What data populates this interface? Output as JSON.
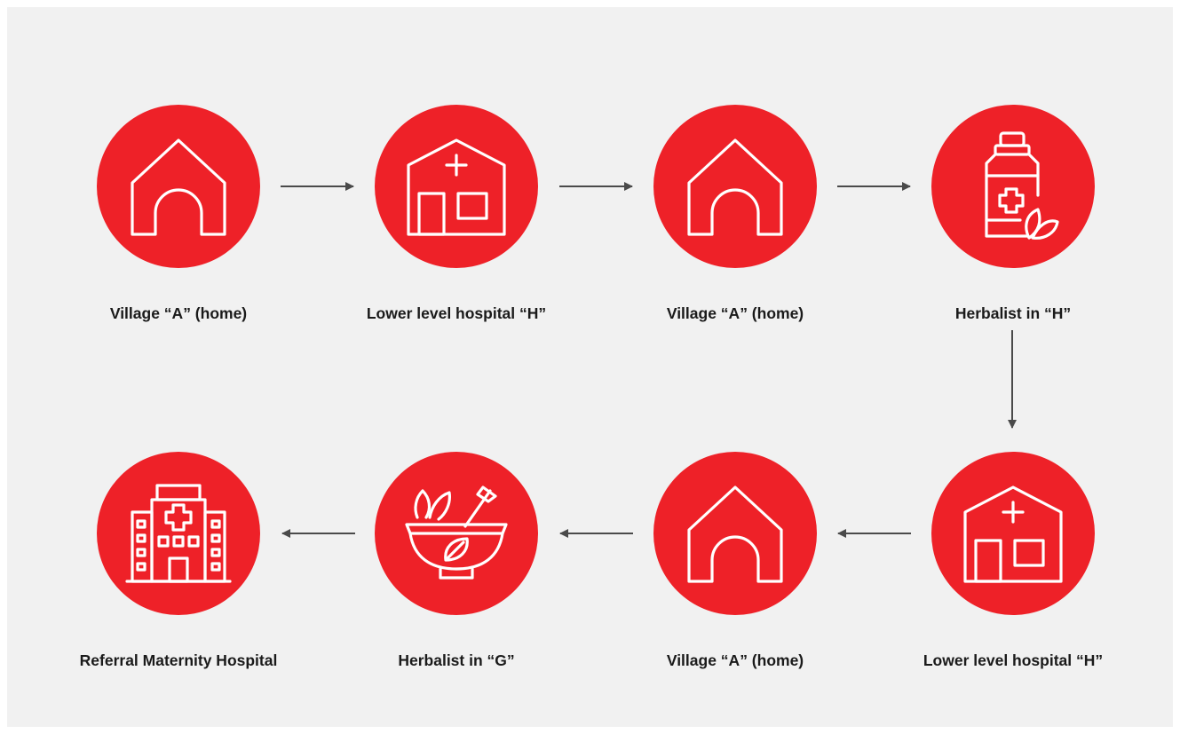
{
  "diagram": {
    "accent_color": "#ee2128",
    "background_color": "#f1f1f1",
    "steps": [
      {
        "label": "Village “A” (home)",
        "icon": "house-icon"
      },
      {
        "label": "Lower level hospital “H”",
        "icon": "clinic-icon"
      },
      {
        "label": "Village “A” (home)",
        "icon": "house-icon"
      },
      {
        "label": "Herbalist in “H”",
        "icon": "medicine-bottle-icon"
      },
      {
        "label": "Lower level hospital “H”",
        "icon": "clinic-icon"
      },
      {
        "label": "Village “A” (home)",
        "icon": "house-icon"
      },
      {
        "label": "Herbalist in “G”",
        "icon": "mortar-pestle-icon"
      },
      {
        "label": "Referral Maternity Hospital",
        "icon": "hospital-building-icon"
      }
    ]
  }
}
